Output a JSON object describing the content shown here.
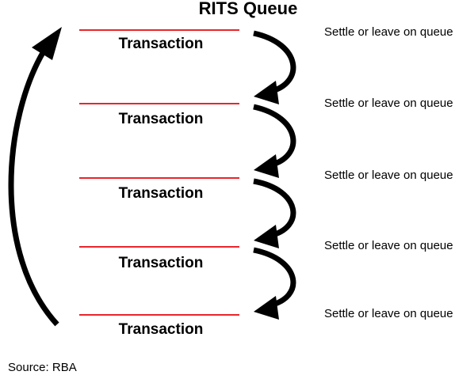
{
  "title": "RITS Queue",
  "transactions": [
    {
      "label": "Transaction",
      "action": "Settle or leave on queue"
    },
    {
      "label": "Transaction",
      "action": "Settle or leave on queue"
    },
    {
      "label": "Transaction",
      "action": "Settle or leave on queue"
    },
    {
      "label": "Transaction",
      "action": "Settle or leave on queue"
    },
    {
      "label": "Transaction",
      "action": "Settle or leave on queue"
    }
  ],
  "source": "Source: RBA",
  "colors": {
    "separator": "#e8262a",
    "arrow": "#000000",
    "text": "#000000"
  }
}
